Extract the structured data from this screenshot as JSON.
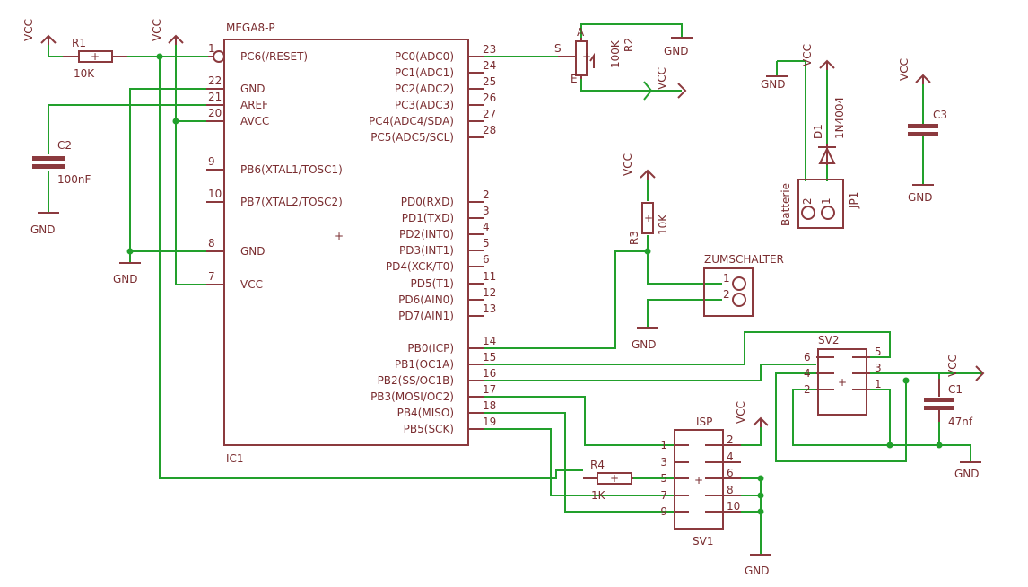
{
  "ic": {
    "value": "MEGA8-P",
    "ref": "IC1",
    "left_pins": [
      {
        "num": "1",
        "name": "PC6(/RESET)"
      },
      {
        "num": "22",
        "name": "GND"
      },
      {
        "num": "21",
        "name": "AREF"
      },
      {
        "num": "20",
        "name": "AVCC"
      },
      {
        "num": "9",
        "name": "PB6(XTAL1/TOSC1)"
      },
      {
        "num": "10",
        "name": "PB7(XTAL2/TOSC2)"
      },
      {
        "num": "8",
        "name": "GND"
      },
      {
        "num": "7",
        "name": "VCC"
      }
    ],
    "right_pins": [
      {
        "num": "23",
        "name": "PC0(ADC0)"
      },
      {
        "num": "24",
        "name": "PC1(ADC1)"
      },
      {
        "num": "25",
        "name": "PC2(ADC2)"
      },
      {
        "num": "26",
        "name": "PC3(ADC3)"
      },
      {
        "num": "27",
        "name": "PC4(ADC4/SDA)"
      },
      {
        "num": "28",
        "name": "PC5(ADC5/SCL)"
      },
      {
        "num": "2",
        "name": "PD0(RXD)"
      },
      {
        "num": "3",
        "name": "PD1(TXD)"
      },
      {
        "num": "4",
        "name": "PD2(INT0)"
      },
      {
        "num": "5",
        "name": "PD3(INT1)"
      },
      {
        "num": "6",
        "name": "PD4(XCK/T0)"
      },
      {
        "num": "11",
        "name": "PD5(T1)"
      },
      {
        "num": "12",
        "name": "PD6(AIN0)"
      },
      {
        "num": "13",
        "name": "PD7(AIN1)"
      },
      {
        "num": "14",
        "name": "PB0(ICP)"
      },
      {
        "num": "15",
        "name": "PB1(OC1A)"
      },
      {
        "num": "16",
        "name": "PB2(SS/OC1B)"
      },
      {
        "num": "17",
        "name": "PB3(MOSI/OC2)"
      },
      {
        "num": "18",
        "name": "PB4(MISO)"
      },
      {
        "num": "19",
        "name": "PB5(SCK)"
      }
    ]
  },
  "r1": {
    "ref": "R1",
    "value": "10K"
  },
  "r2": {
    "ref": "R2",
    "value": "100K",
    "pin_a": "A",
    "pin_s": "S",
    "pin_e": "E"
  },
  "r3": {
    "ref": "R3",
    "value": "10K"
  },
  "r4": {
    "ref": "R4",
    "value": "1K"
  },
  "c1": {
    "ref": "C1",
    "value": "47nf"
  },
  "c2": {
    "ref": "C2",
    "value": "100nF"
  },
  "c3": {
    "ref": "C3"
  },
  "d1": {
    "ref": "D1",
    "value": "1N4004"
  },
  "jp1": {
    "ref": "JP1",
    "value": "Batterie",
    "pin1": "1",
    "pin2": "2"
  },
  "zumschalter": {
    "value": "ZUMSCHALTER",
    "pin1": "1",
    "pin2": "2"
  },
  "sv1": {
    "ref": "SV1",
    "value": "ISP",
    "pins": [
      "1",
      "2",
      "3",
      "4",
      "5",
      "6",
      "7",
      "8",
      "9",
      "10"
    ]
  },
  "sv2": {
    "ref": "SV2",
    "pins": [
      "6",
      "4",
      "2",
      "5",
      "3",
      "1"
    ]
  },
  "supply": {
    "vcc": "VCC",
    "gnd": "GND"
  }
}
